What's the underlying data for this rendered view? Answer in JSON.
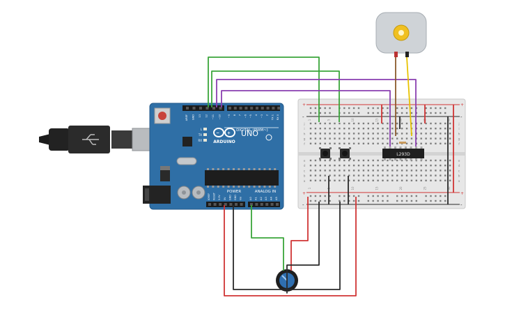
{
  "arduino": {
    "logo_text": "ARDUINO",
    "model": "UNO",
    "digital_label": "DIGITAL (PWM~)",
    "power_label": "POWER",
    "analog_label": "ANALOG IN",
    "led_labels": [
      "L",
      "TX",
      "RX"
    ],
    "top_pin_labels": [
      "AREF",
      "GND",
      "13",
      "12",
      "~11",
      "~10",
      "~9",
      "8",
      "7",
      "~6",
      "~5",
      "4",
      "~3",
      "2",
      "TX 1",
      "RX 0"
    ],
    "power_pin_labels": [
      "IOREF",
      "RESET",
      "3.3V",
      "5V",
      "GND",
      "GND",
      "Vin"
    ],
    "analog_pin_labels": [
      "A0",
      "A1",
      "A2",
      "A3",
      "A4",
      "A5"
    ]
  },
  "breadboard": {
    "row_letters_top": [
      "j",
      "i",
      "h",
      "g",
      "f"
    ],
    "row_letters_bottom": [
      "e",
      "d",
      "c",
      "b",
      "a"
    ],
    "column_numbers": [
      "1",
      "5",
      "10",
      "15",
      "20",
      "25",
      "30"
    ],
    "rail_plus": "+",
    "rail_minus": "-"
  },
  "ic": {
    "label": "L293D"
  },
  "colors": {
    "board_blue": "#2f6fa6",
    "wire_green": "#3aa53a",
    "wire_purple": "#8a3fb0",
    "wire_red": "#d03434",
    "wire_black": "#2a2a2a",
    "wire_brown": "#8b5a2b",
    "wire_yellow": "#e8c200"
  }
}
